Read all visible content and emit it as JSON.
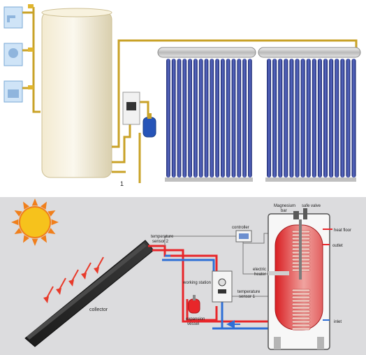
{
  "top": {
    "marker": "1"
  },
  "bottom": {
    "labels": {
      "collector": "collector",
      "temp_sensor_2_line1": "temperature",
      "temp_sensor_2_line2": "sensor 2",
      "controller": "controller",
      "magnesium_bar_line1": "Magnesium",
      "magnesium_bar_line2": "bar",
      "safe_valve": "safe valve",
      "heat_floor": "heat floor",
      "outlet": "outlet",
      "electric_heater_line1": "electric",
      "electric_heater_line2": "heater",
      "working_station": "working station",
      "temp_sensor_1_line1": "temperature",
      "temp_sensor_1_line2": "sensor 1",
      "expansion_vessel_line1": "expansion",
      "expansion_vessel_line2": "vessel",
      "inlet": "inlet"
    }
  },
  "colors": {
    "hot_pipe": "#e8262a",
    "cold_pipe": "#2e6fd6",
    "sun": "#f6c21c",
    "sun_rays": "#f07f1c",
    "arrows": "#e83a2a",
    "tank_hot": "#e8262a",
    "collector_tubes": "#2b3a8c",
    "pipe_gold": "#c9a227"
  }
}
